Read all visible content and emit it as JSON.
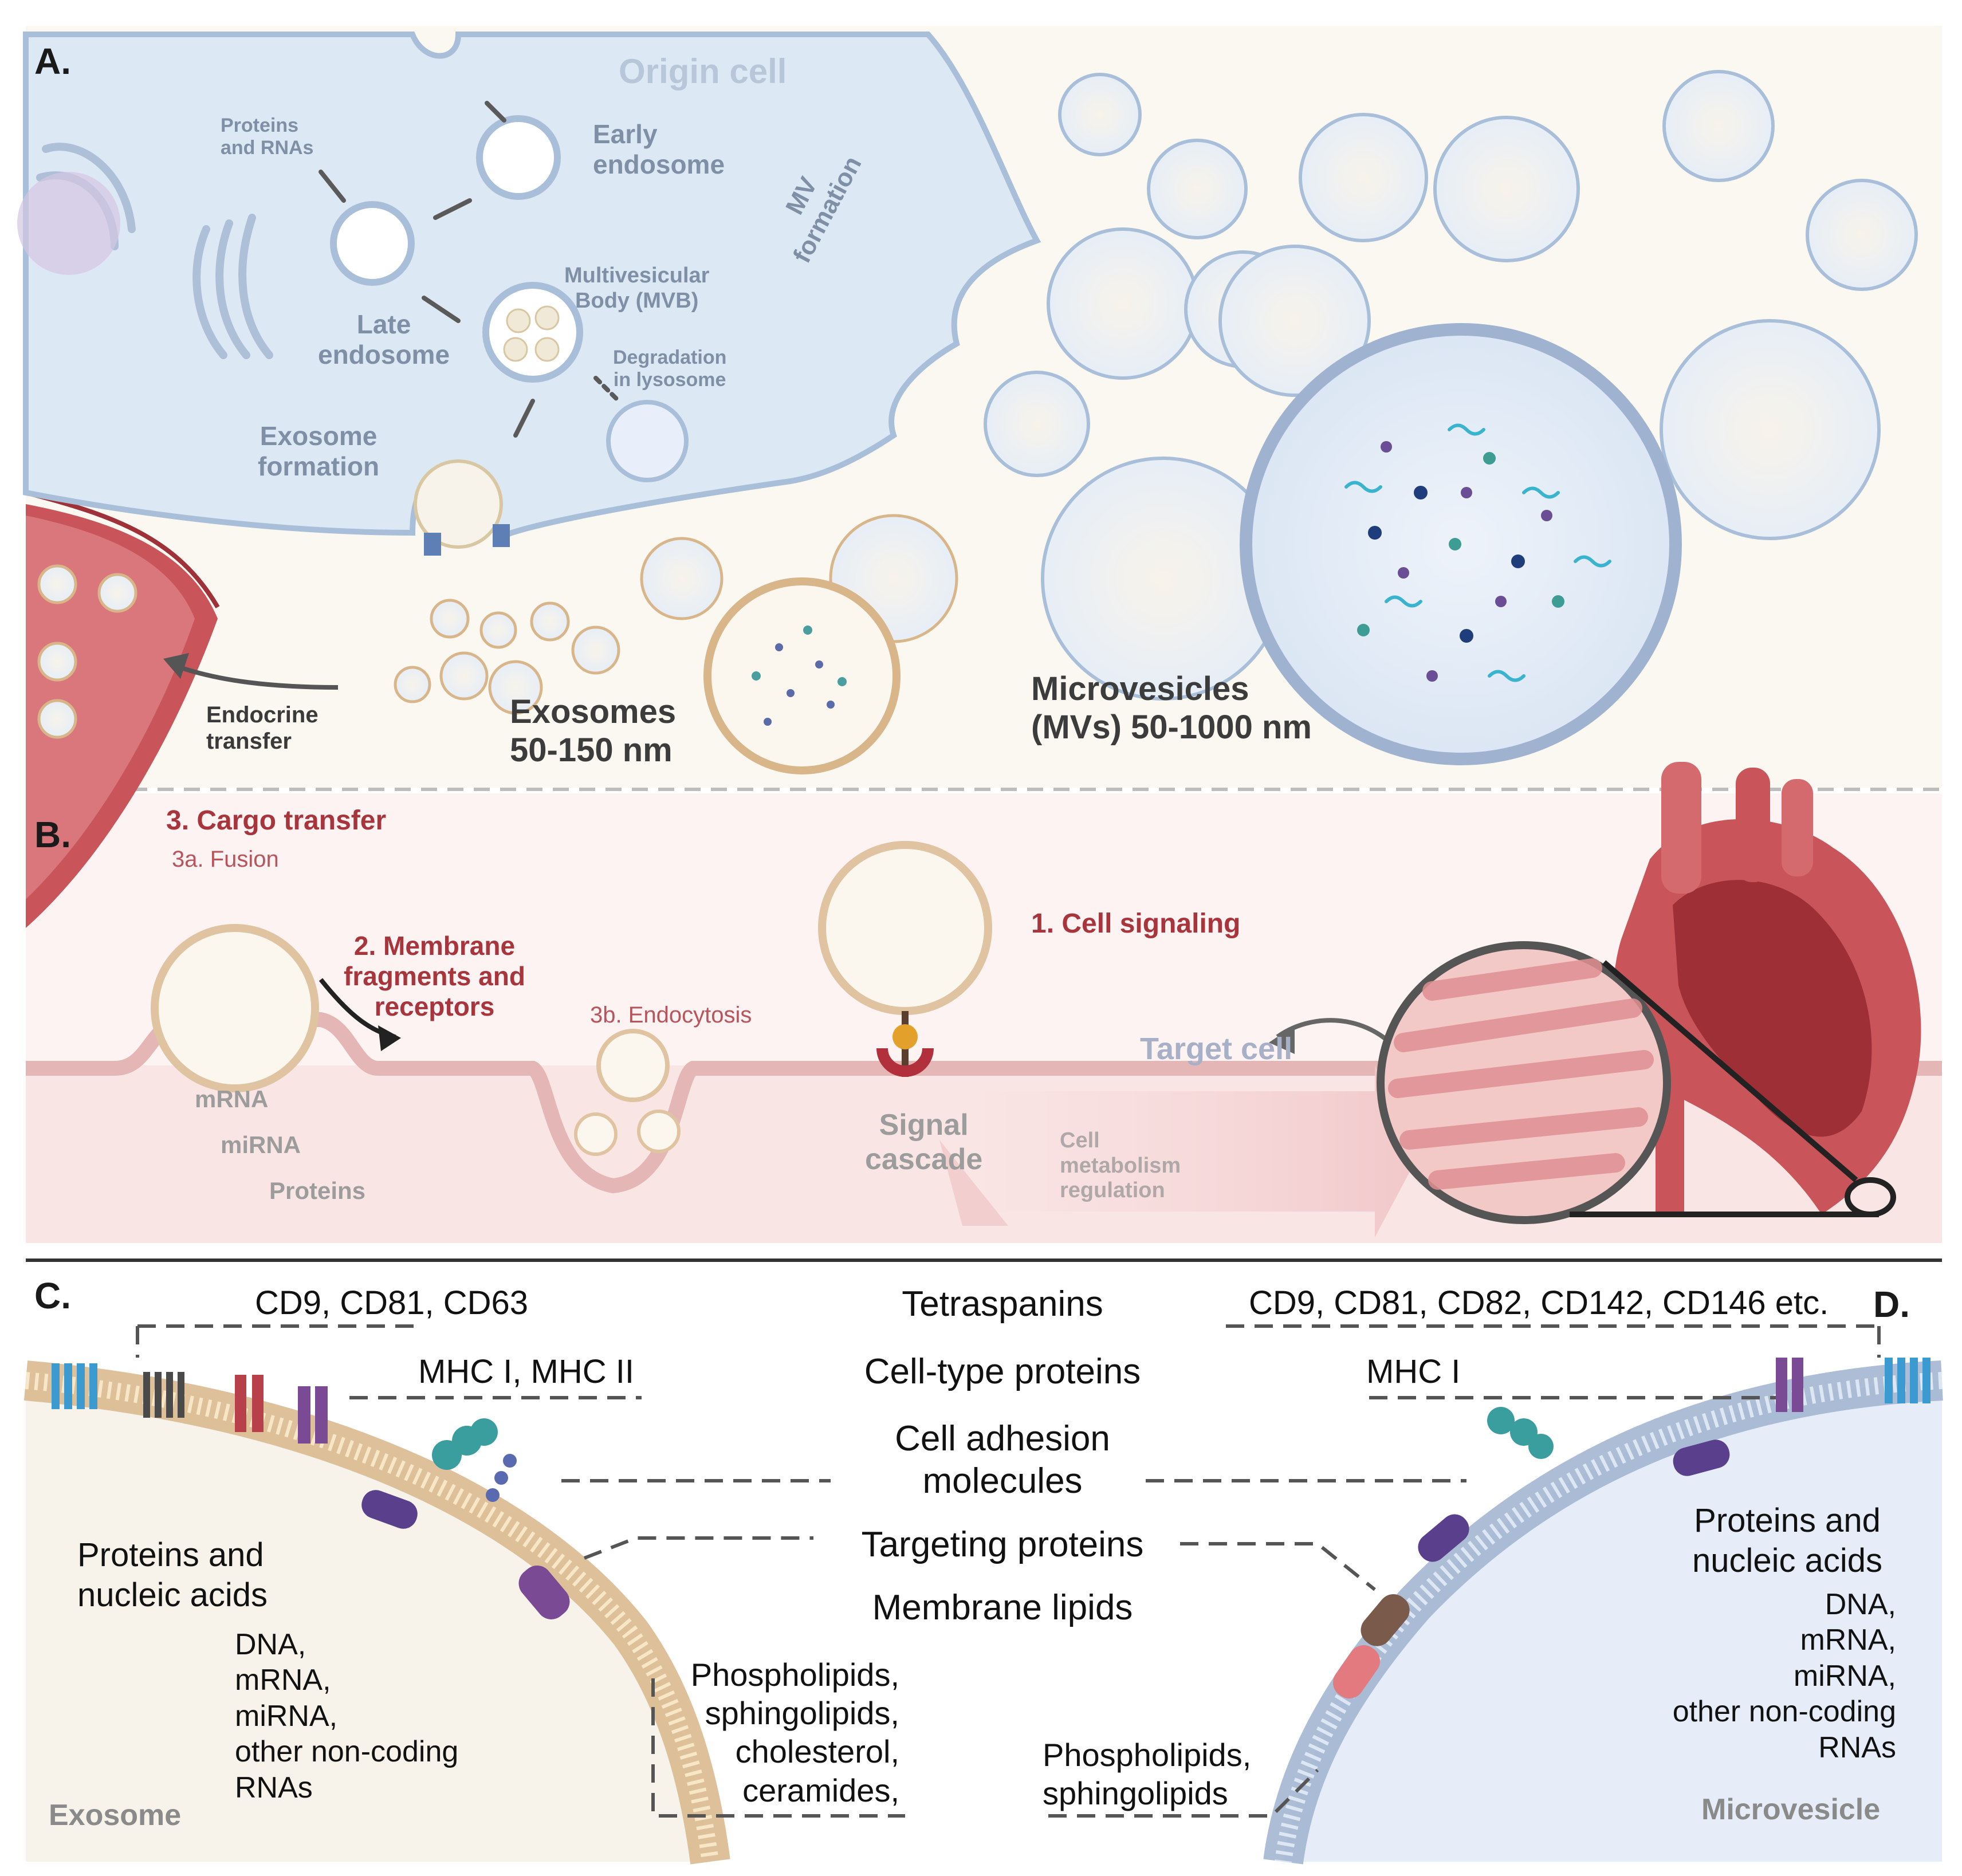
{
  "panels": {
    "a": "A.",
    "b": "B.",
    "c": "C.",
    "d": "D."
  },
  "panel_a": {
    "origin_cell": "Origin cell",
    "proteins_rnas": "Proteins\nand RNAs",
    "early_endosome": "Early\nendosome",
    "late_endosome": "Late\nendosome",
    "mvb": "Multivesicular\nBody (MVB)",
    "degradation": "Degradation\nin lysosome",
    "exosome_formation": "Exosome\nformation",
    "mv_formation": "MV\nformation",
    "endocrine_transfer": "Endocrine\ntransfer",
    "exosomes_size": "Exosomes\n50-150 nm",
    "microvesicles_size": "Microvesicles\n(MVs) 50-1000 nm"
  },
  "panel_b": {
    "cargo_transfer": "3. Cargo transfer",
    "fusion": "3a. Fusion",
    "membrane_fragments": "2. Membrane\nfragments and\nreceptors",
    "endocytosis": "3b. Endocytosis",
    "cell_signaling": "1. Cell signaling",
    "target_cell": "Target cell",
    "mrna": "mRNA",
    "mirna": "miRNA",
    "proteins": "Proteins",
    "signal_cascade": "Signal\ncascade",
    "cell_metabolism": "Cell\nmetabolism\nregulation"
  },
  "panel_cd": {
    "tetraspanins": "Tetraspanins",
    "cell_type_proteins": "Cell-type proteins",
    "cell_adhesion": "Cell adhesion\nmolecules",
    "targeting_proteins": "Targeting proteins",
    "membrane_lipids": "Membrane lipids",
    "c_tetraspanins": "CD9, CD81, CD63",
    "c_mhc": "MHC I, MHC II",
    "c_proteins_nucleic": "Proteins and\nnucleic acids",
    "c_nucleic_list": "DNA,\nmRNA,\nmiRNA,\nother non-coding\nRNAs",
    "c_lipids": "Phospholipids,\nsphingolipids,\ncholesterol,\nceramides,",
    "c_exosome": "Exosome",
    "d_tetraspanins": "CD9, CD81, CD82, CD142, CD146 etc.",
    "d_mhc": "MHC I",
    "d_proteins_nucleic": "Proteins and\nnucleic acids",
    "d_nucleic_list": "DNA,\nmRNA,\nmiRNA,\nother non-coding\nRNAs",
    "d_lipids": "Phospholipids,\nsphingolipids",
    "d_microvesicle": "Microvesicle"
  },
  "colors": {
    "cell_fill": "#dde8f5",
    "cell_stroke": "#a9bfd9",
    "panel_a_bg": "#fbf8f1",
    "panel_b_bg": "#fbeeee",
    "vessel": "#c9545a",
    "membrane_tan": "#d8b68a",
    "membrane_blue": "#9fb2cf",
    "label_blue": "#7f8fa6",
    "label_red": "#a8343c"
  }
}
